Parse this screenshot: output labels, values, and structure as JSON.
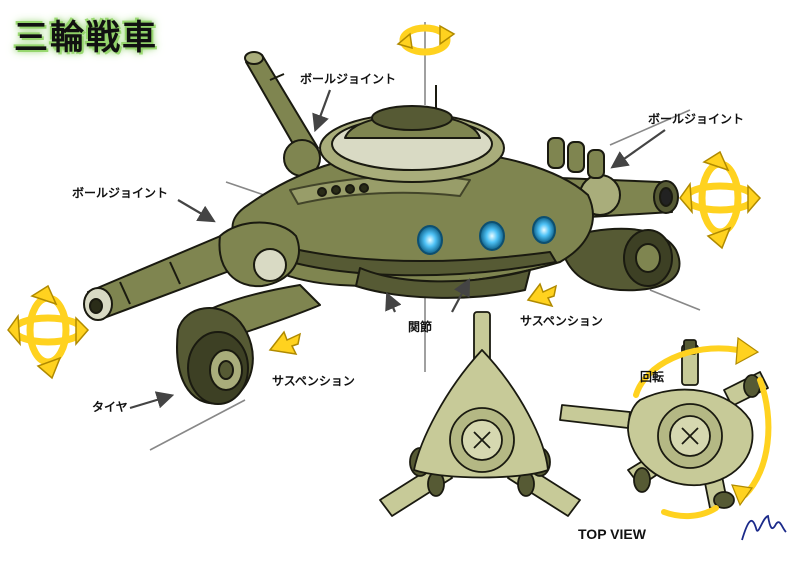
{
  "title": "三輪戦車",
  "labels": {
    "ball_joint_top": "ボールジョイント",
    "ball_joint_right": "ボールジョイント",
    "ball_joint_left": "ボールジョイント",
    "joint": "関節",
    "suspension_right": "サスペンション",
    "suspension_left": "サスペンション",
    "tire": "タイヤ",
    "rotation": "回転",
    "top_view": "TOP VIEW"
  },
  "colors": {
    "hull": "#7f8550",
    "hull_dark": "#565a34",
    "hull_light": "#a9ad7b",
    "top_view_hull": "#c7ca98",
    "lights": "#4fc3f7",
    "arrows": "#ffd21f",
    "arrow_outline": "#b08a00",
    "title_glow": "#8fd068"
  },
  "icons": [
    "rotation-arrow-icon",
    "double-arrow-icon",
    "pointer-arrow-icon"
  ]
}
